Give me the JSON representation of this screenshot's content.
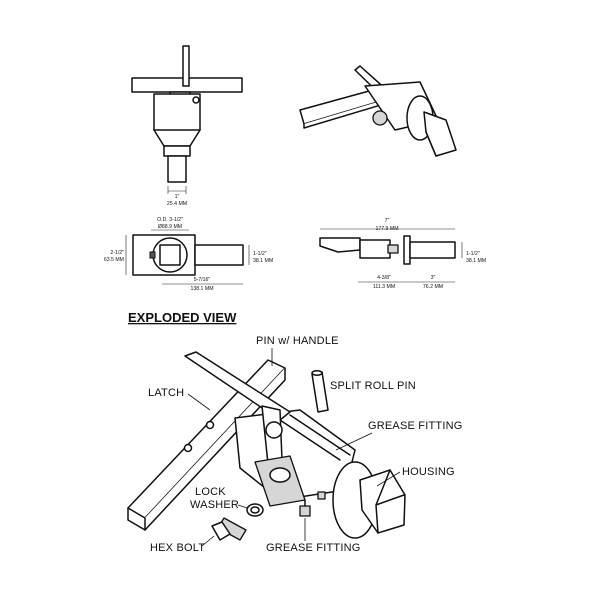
{
  "title": "EXPLODED VIEW",
  "dimensions": {
    "pin_dia_in": "1\"",
    "pin_dia_mm": "25.4 MM",
    "od_in": "O.D. 3-1/2\"",
    "od_mm": "Ø88.9 MM",
    "height_in": "2-1/2\"",
    "height_mm": "63.5 MM",
    "latch_w_in": "1-1/2\"",
    "latch_w_mm": "38.1 MM",
    "latch_len_in": "5-7/16\"",
    "latch_len_mm": "138.1 MM",
    "overall_in": "7\"",
    "overall_mm": "177.9 MM",
    "side_h_in": "1-1/2\"",
    "side_h_mm": "38.1 MM",
    "housing_len_in": "4-3/8\"",
    "housing_len_mm": "111.3 MM",
    "tube_len_in": "3\"",
    "tube_len_mm": "76.2 MM"
  },
  "parts": {
    "pin_handle": "PIN w/ HANDLE",
    "latch": "LATCH",
    "split_roll_pin": "SPLIT ROLL PIN",
    "grease_fitting_top": "GREASE FITTING",
    "housing": "HOUSING",
    "lock_washer_1": "LOCK",
    "lock_washer_2": "WASHER",
    "hex_bolt": "HEX BOLT",
    "grease_fitting_bottom": "GREASE FITTING"
  }
}
